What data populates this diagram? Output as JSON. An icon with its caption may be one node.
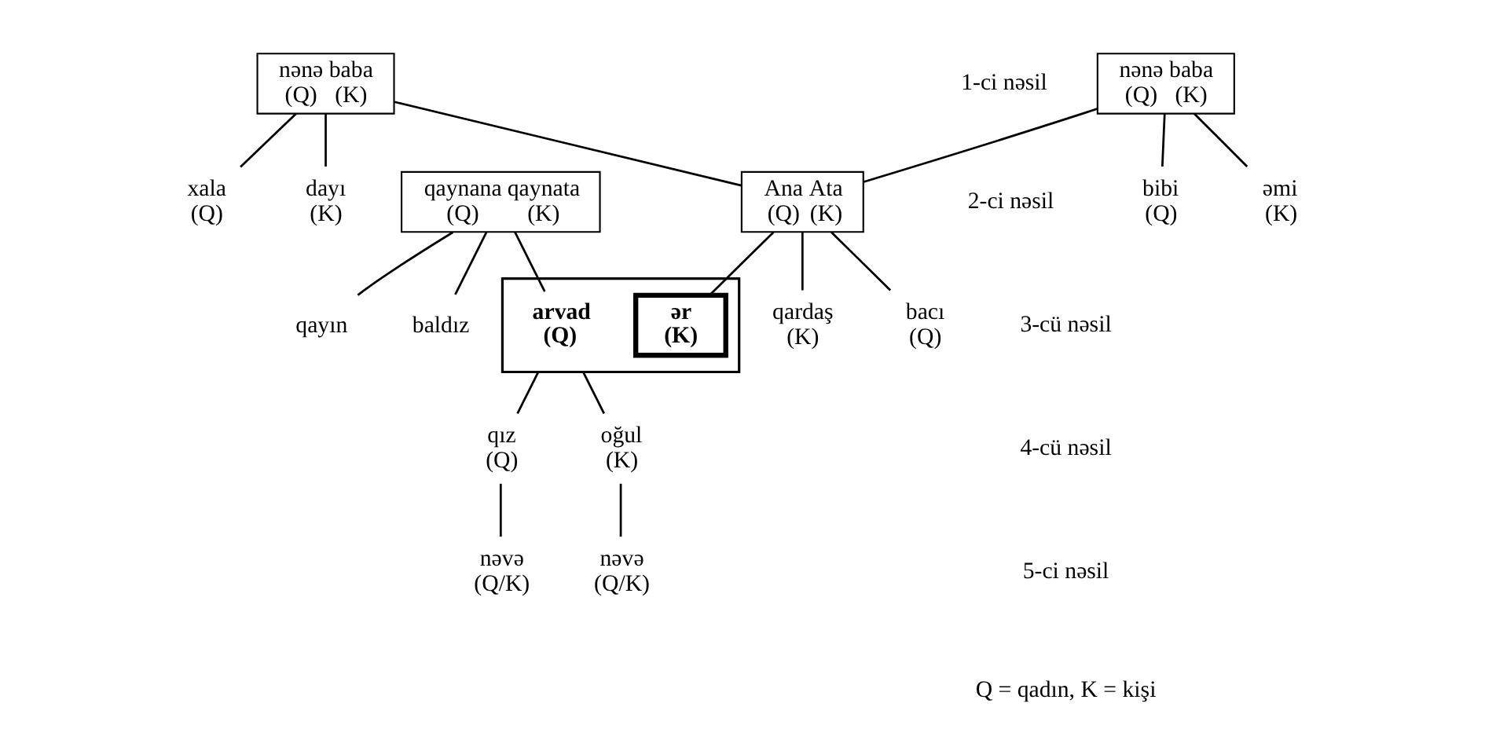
{
  "diagram": {
    "nodes": [
      {
        "text": [
          "nənə (Q)",
          "baba (K)"
        ]
      },
      {
        "text": [
          "nənə (Q)",
          "baba (K)"
        ]
      },
      {
        "text": [
          "qaynana (Q)",
          "qaynata (K)"
        ]
      },
      {
        "text": [
          "dayı (K)"
        ]
      },
      {
        "text": [
          "xala (Q)"
        ]
      },
      {
        "text": [
          "Ana (Q)",
          "Ata (K)"
        ]
      },
      {
        "text": [
          "əmi (K)"
        ]
      },
      {
        "text": [
          "bibi (Q)"
        ]
      },
      {
        "text": [
          "qayın"
        ]
      },
      {
        "text": [
          "baldız"
        ]
      },
      {
        "text": [],
        "shape": "box"
      },
      {
        "text": [
          "arvad (Q)"
        ],
        "in": 10
      },
      {
        "text": [
          "ər (K)"
        ],
        "in": 10
      },
      {
        "text": [
          "qardaş (K)"
        ]
      },
      {
        "text": [
          "bacı (Q)"
        ]
      },
      {
        "text": [
          "oğul (K)"
        ]
      },
      {
        "text": [
          "qız (Q)"
        ]
      },
      {
        "text": [
          "nəvə (Q/K)"
        ]
      },
      {
        "text": [
          "nəvə (Q/K)"
        ]
      }
    ],
    "edges": [
      {
        "from": 0,
        "to": 3,
        "arrow": "none"
      },
      {
        "from": 0,
        "to": 4,
        "arrow": "none"
      },
      {
        "from": 0,
        "to": 5,
        "arrow": "none"
      },
      {
        "from": 1,
        "to": 5,
        "arrow": "none"
      },
      {
        "from": 1,
        "to": 6,
        "arrow": "none"
      },
      {
        "from": 1,
        "to": 7,
        "arrow": "none"
      },
      {
        "from": 2,
        "to": 8,
        "arrow": "none"
      },
      {
        "from": 2,
        "to": 9,
        "arrow": "none"
      },
      {
        "from": 2,
        "to": 11,
        "arrow": "none"
      },
      {
        "from": 5,
        "to": 12,
        "arrow": "none"
      },
      {
        "from": 5,
        "to": 13,
        "arrow": "none"
      },
      {
        "from": 5,
        "to": 14,
        "arrow": "none"
      },
      {
        "from": 10,
        "to": 15,
        "arrow": "none"
      },
      {
        "from": 10,
        "to": 16,
        "arrow": "none"
      },
      {
        "from": 15,
        "to": 17,
        "arrow": "none"
      },
      {
        "from": 16,
        "to": 18,
        "arrow": "none"
      }
    ],
    "labels": [
      "1-ci nəsil",
      "2-ci nəsil",
      "3-cü nəsil",
      "4-cü nəsil",
      "5-ci nəsil",
      "Q = qadın, K = kişi"
    ]
  }
}
